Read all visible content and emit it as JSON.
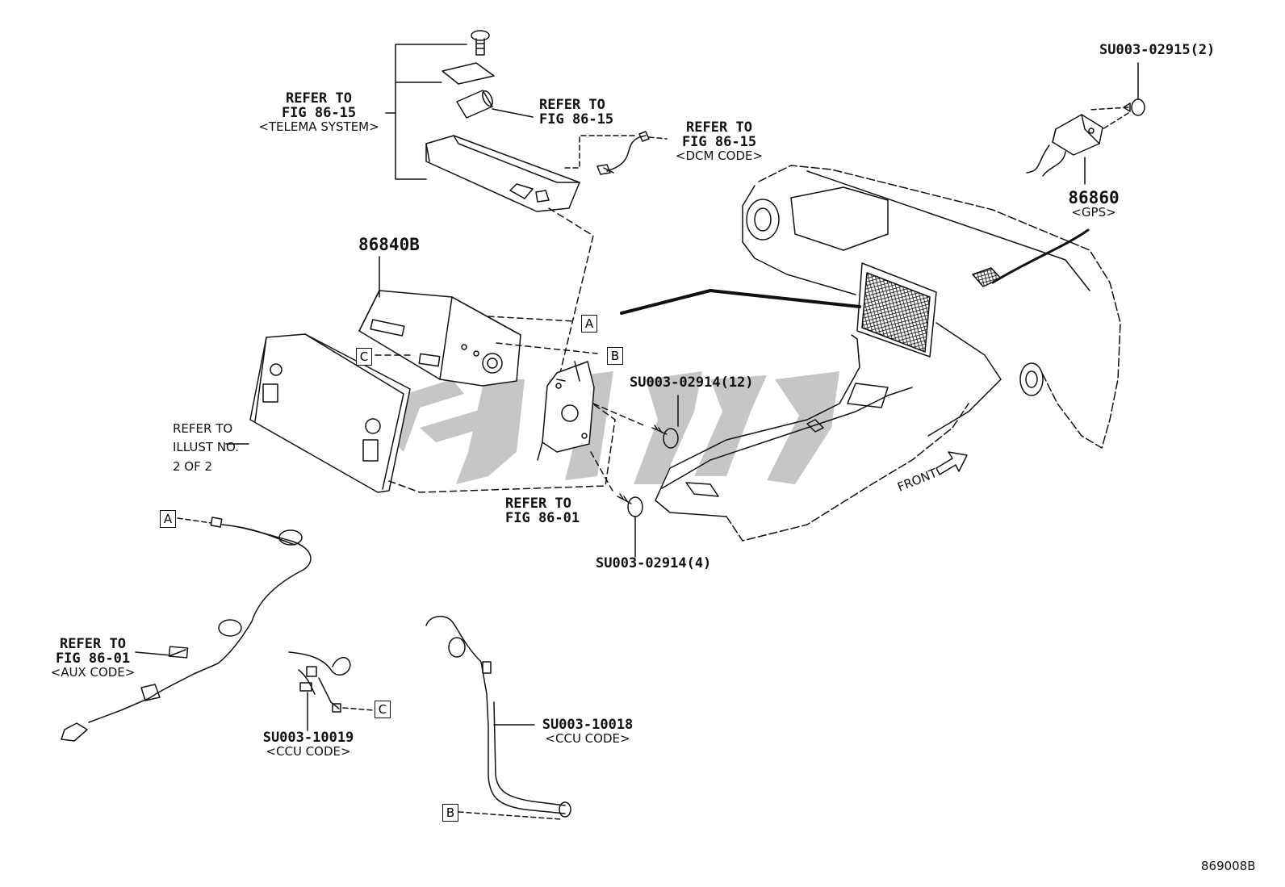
{
  "diagram": {
    "part_numbers": {
      "head_unit": "86840B",
      "gps": "86860",
      "gps_code": "<GPS>"
    },
    "refs": {
      "telema": {
        "line1": "REFER TO",
        "line2": "FIG 86-15",
        "code": "<TELEMA SYSTEM>"
      },
      "fig_86_15": {
        "line1": "REFER TO",
        "line2": "FIG 86-15"
      },
      "dcm": {
        "line1": "REFER TO",
        "line2": "FIG 86-15",
        "code": "<DCM CODE>"
      },
      "illust": {
        "line1": "REFER TO",
        "line2": "ILLUST NO.",
        "line3": "2 OF 2"
      },
      "fig_86_01_bracket": {
        "line1": "REFER TO",
        "line2": "FIG 86-01"
      },
      "aux": {
        "line1": "REFER TO",
        "line2": "FIG 86-01",
        "code": "<AUX CODE>"
      }
    },
    "screws": {
      "s02915": "SU003-02915(2)",
      "s02914_12": "SU003-02914(12)",
      "s02914_4": "SU003-02914(4)"
    },
    "harness": {
      "h10019": "SU003-10019",
      "h10019_code": "<CCU CODE>",
      "h10018": "SU003-10018",
      "h10018_code": "<CCU CODE>"
    },
    "connector_keys": {
      "a": "A",
      "b": "B",
      "c": "C"
    },
    "front_label": "FRONT",
    "drawing_number": "869008B"
  }
}
